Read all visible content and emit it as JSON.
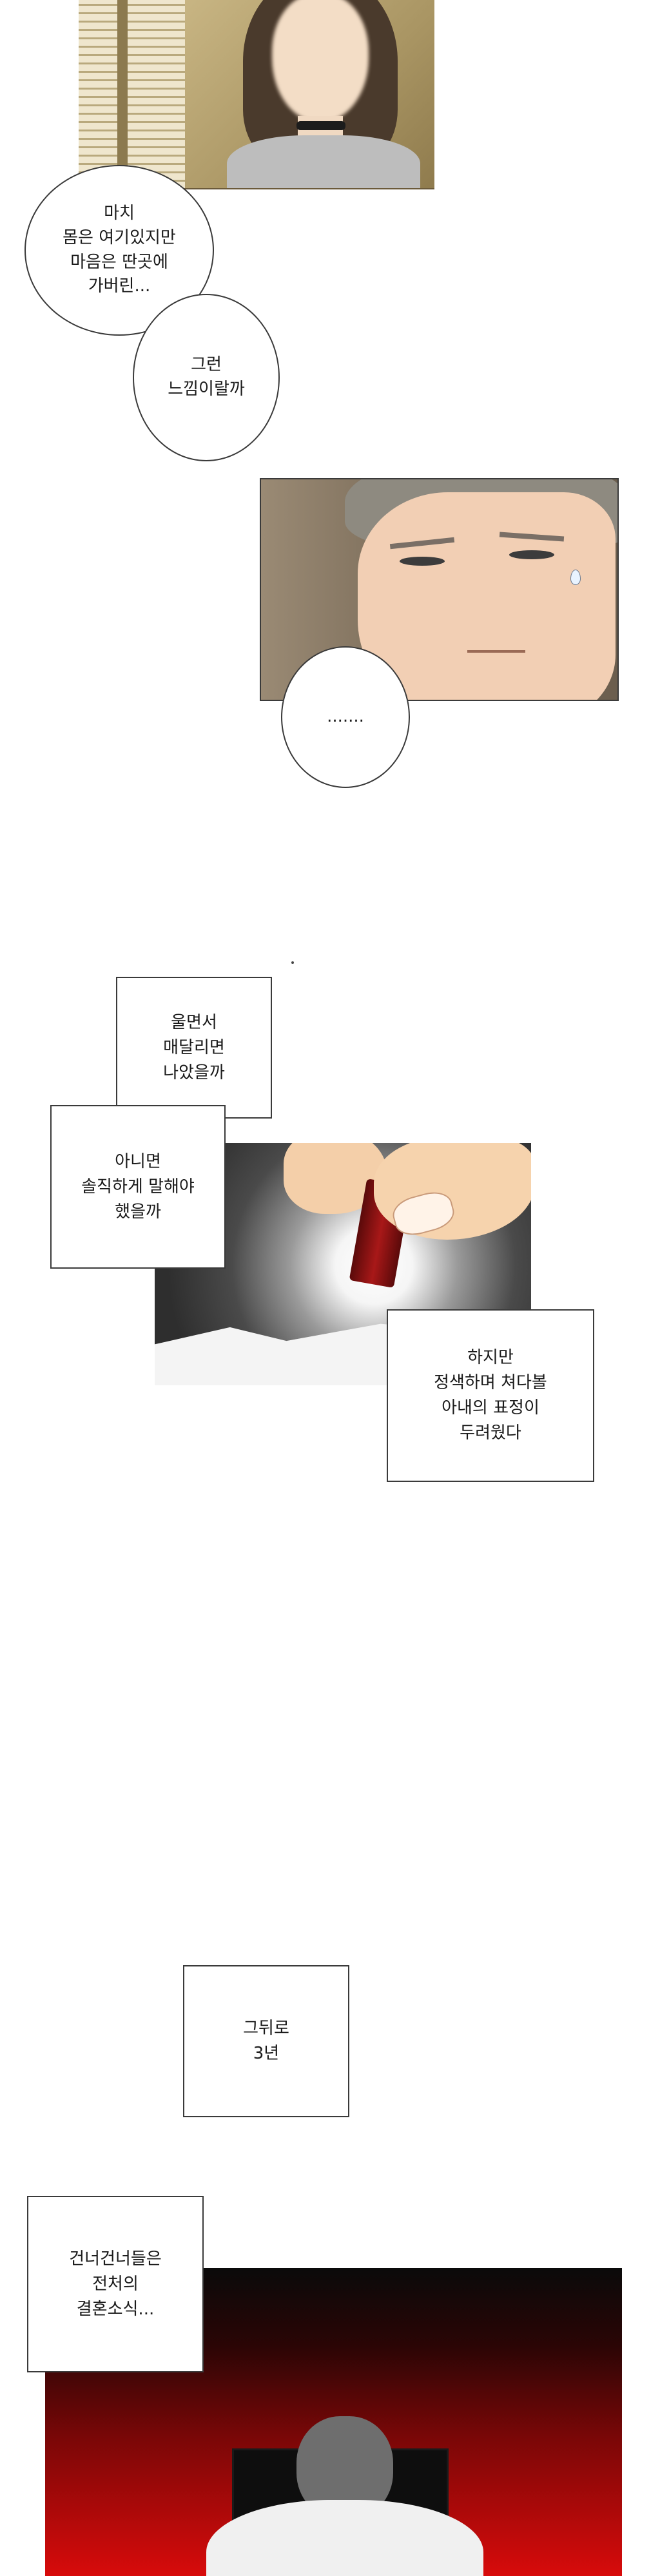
{
  "bubbles": {
    "b1": "마치\n몸은 여기있지만\n마음은 딴곳에\n가버린...",
    "b2": "그런\n느낌이랄까",
    "b3": "......."
  },
  "boxes": {
    "n1": "울면서\n매달리면\n나았을까",
    "n2": "아니면\n솔직하게 말해야\n했을까",
    "n3": "하지만\n정색하며 쳐다볼\n아내의 표정이\n두려웠다",
    "n4": "그뒤로\n3년",
    "n5": "건너건너들은\n전처의\n결혼소식..."
  },
  "colors": {
    "bubble_border": "#3a3a3a",
    "red_scene": "#d80b0b"
  }
}
